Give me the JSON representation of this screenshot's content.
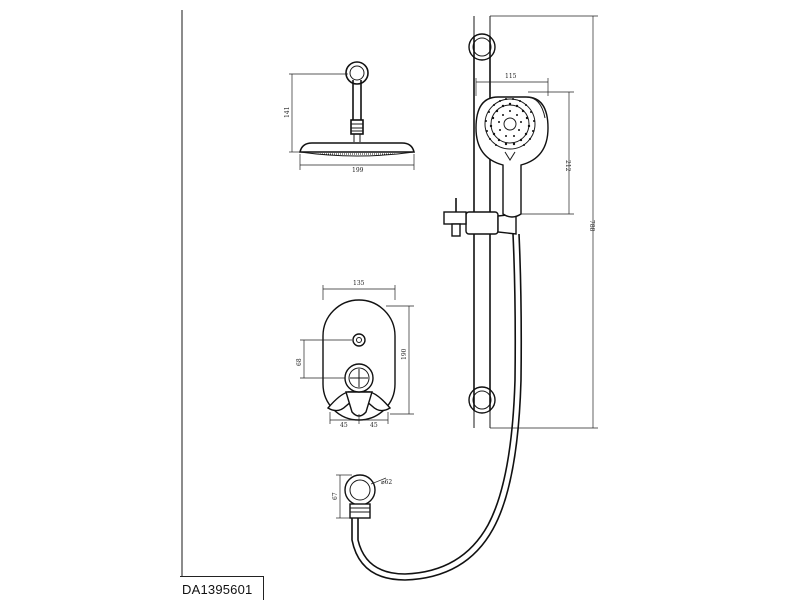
{
  "drawing_code": "DA1395601",
  "dimensions": {
    "head_width": "199",
    "head_height": "141",
    "handset_width": "115",
    "handset_height": "212",
    "rail_height": "788",
    "valve_width": "135",
    "valve_height": "190",
    "valve_upper": "68",
    "valve_bottom_a": "45",
    "valve_bottom_b": "45",
    "elbow_height": "67",
    "elbow_diameter": "⌀62"
  }
}
